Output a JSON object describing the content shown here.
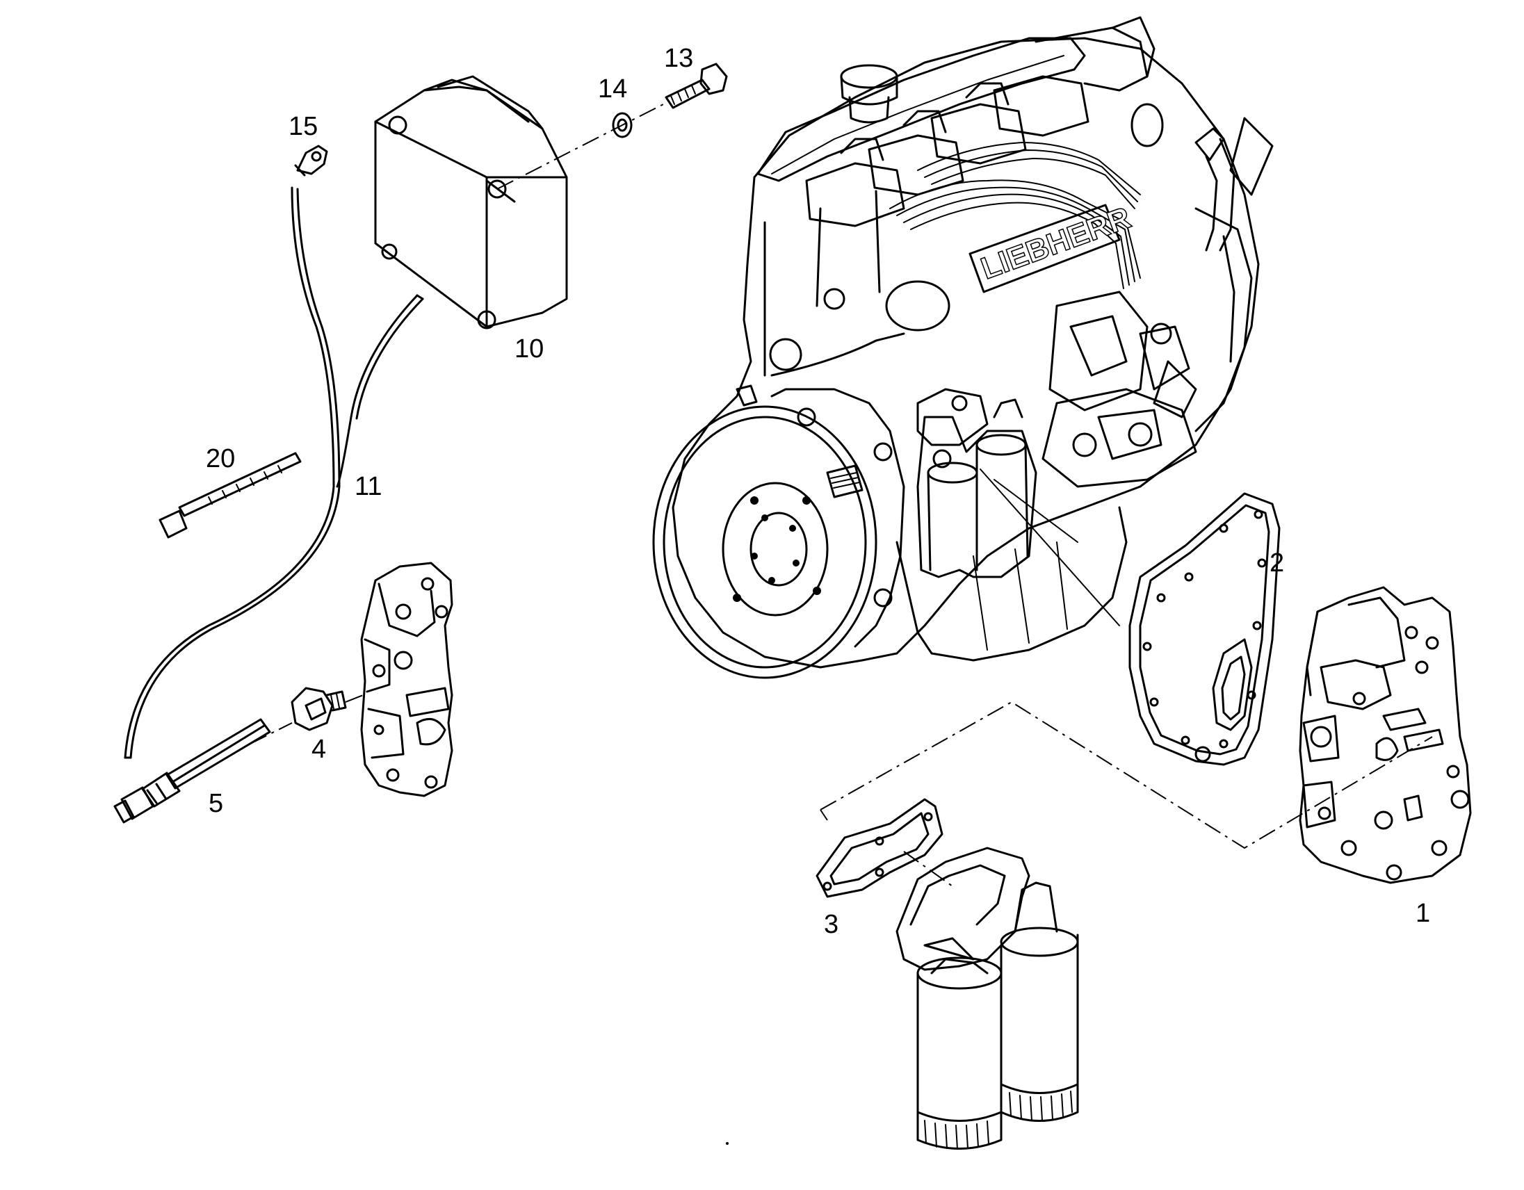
{
  "labels": {
    "p1": "1",
    "p2": "2",
    "p3": "3",
    "p4": "4",
    "p5": "5",
    "p10": "10",
    "p11": "11",
    "p13": "13",
    "p14": "14",
    "p15": "15",
    "p20": "20"
  },
  "engine_brand_text": "LIEBHERR"
}
